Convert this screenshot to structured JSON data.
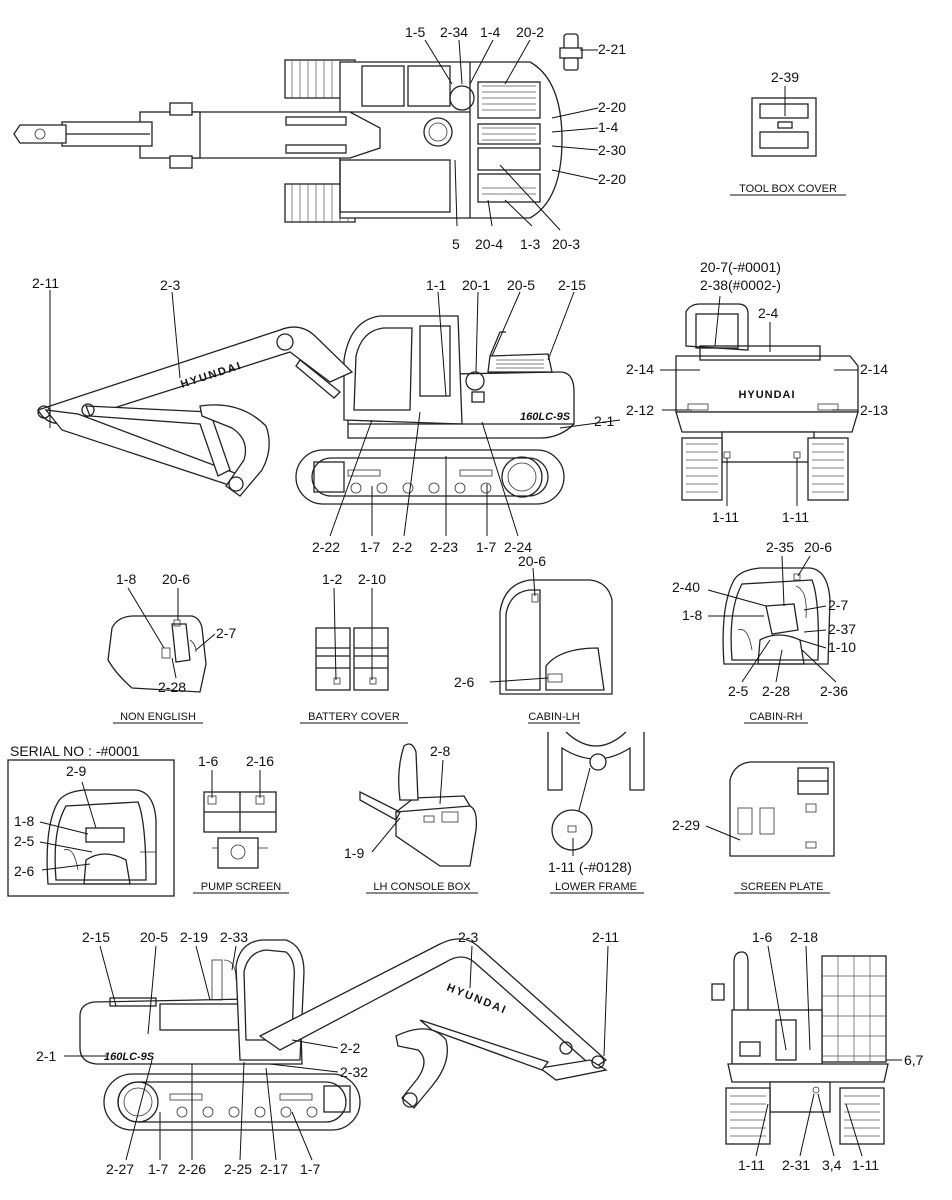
{
  "captions": {
    "tool_box_cover": "TOOL BOX COVER",
    "non_english": "NON ENGLISH",
    "battery_cover": "BATTERY COVER",
    "cabin_lh": "CABIN-LH",
    "cabin_rh": "CABIN-RH",
    "serial_no": "SERIAL NO : -#0001",
    "pump_screen": "PUMP SCREEN",
    "lh_console_box": "LH CONSOLE BOX",
    "lower_frame": "LOWER FRAME",
    "screen_plate": "SCREEN PLATE"
  },
  "branding": {
    "boom_text": "HYUNDAI",
    "rear_text": "HYUNDAI",
    "model": "160LC-9S"
  },
  "refs": {
    "top": [
      "1-5",
      "2-34",
      "1-4",
      "20-2",
      "2-21",
      "2-20",
      "1-4",
      "2-30",
      "2-20",
      "5",
      "20-4",
      "1-3",
      "20-3"
    ],
    "toolbox": [
      "2-39"
    ],
    "side_lh": [
      "2-11",
      "2-3",
      "1-1",
      "20-1",
      "20-5",
      "2-15",
      "2-1",
      "2-22",
      "1-7",
      "2-2",
      "2-23",
      "1-7",
      "2-24"
    ],
    "rear": [
      "20-7(-#0001)",
      "2-38(#0002-)",
      "2-4",
      "2-14",
      "2-14",
      "2-12",
      "2-13",
      "1-11",
      "1-11"
    ],
    "non_english": [
      "1-8",
      "20-6",
      "2-7",
      "2-28"
    ],
    "battery": [
      "1-2",
      "2-10"
    ],
    "cabin_lh": [
      "20-6",
      "2-6"
    ],
    "cabin_rh": [
      "2-35",
      "20-6",
      "2-40",
      "2-7",
      "1-8",
      "2-37",
      "1-10",
      "2-5",
      "2-28",
      "2-36"
    ],
    "serial": [
      "2-9",
      "1-8",
      "2-5",
      "2-6"
    ],
    "pump": [
      "1-6",
      "2-16"
    ],
    "console": [
      "2-8",
      "1-9"
    ],
    "lower_frame": [
      "1-11 (-#0128)"
    ],
    "screen_plate": [
      "2-29"
    ],
    "side_rh": [
      "2-15",
      "20-5",
      "2-19",
      "2-33",
      "2-3",
      "2-11",
      "2-1",
      "2-2",
      "2-32",
      "2-27",
      "1-7",
      "2-26",
      "2-25",
      "2-17",
      "1-7"
    ],
    "front": [
      "1-6",
      "2-18",
      "6,7",
      "1-11",
      "2-31",
      "3,4",
      "1-11"
    ]
  }
}
